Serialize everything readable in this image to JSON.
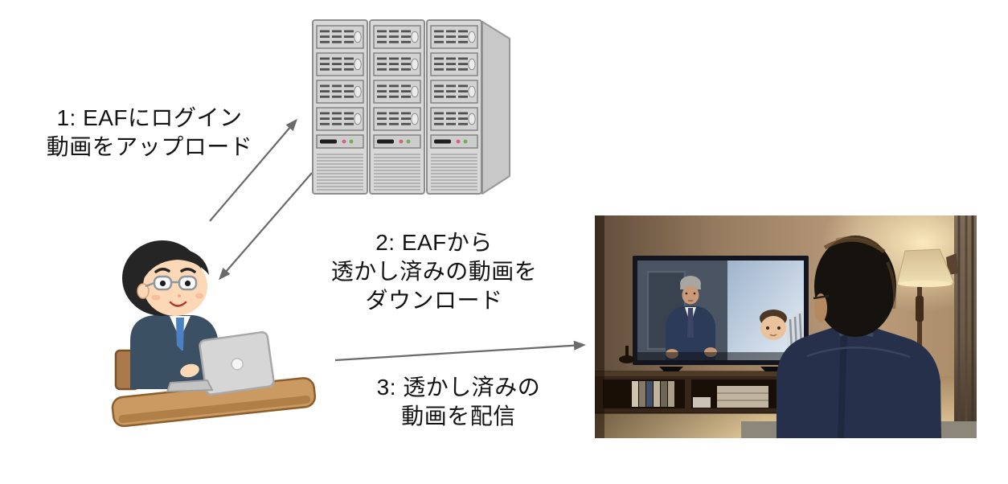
{
  "styles": {
    "background": "#ffffff",
    "arrow_color": "#6a6a6a",
    "text_color": "#141414"
  },
  "steps": [
    {
      "lines": [
        "1: EAFにログイン",
        "動画をアップロード"
      ]
    },
    {
      "lines": [
        "2: EAFから",
        "透かし済みの動画を",
        "ダウンロード"
      ]
    },
    {
      "lines": [
        "3: 透かし済みの",
        "動画を配信"
      ]
    }
  ],
  "illustrations": {
    "server": "server-rack",
    "uploader": "business-man-at-laptop",
    "viewer": "man-watching-tv-photo"
  }
}
